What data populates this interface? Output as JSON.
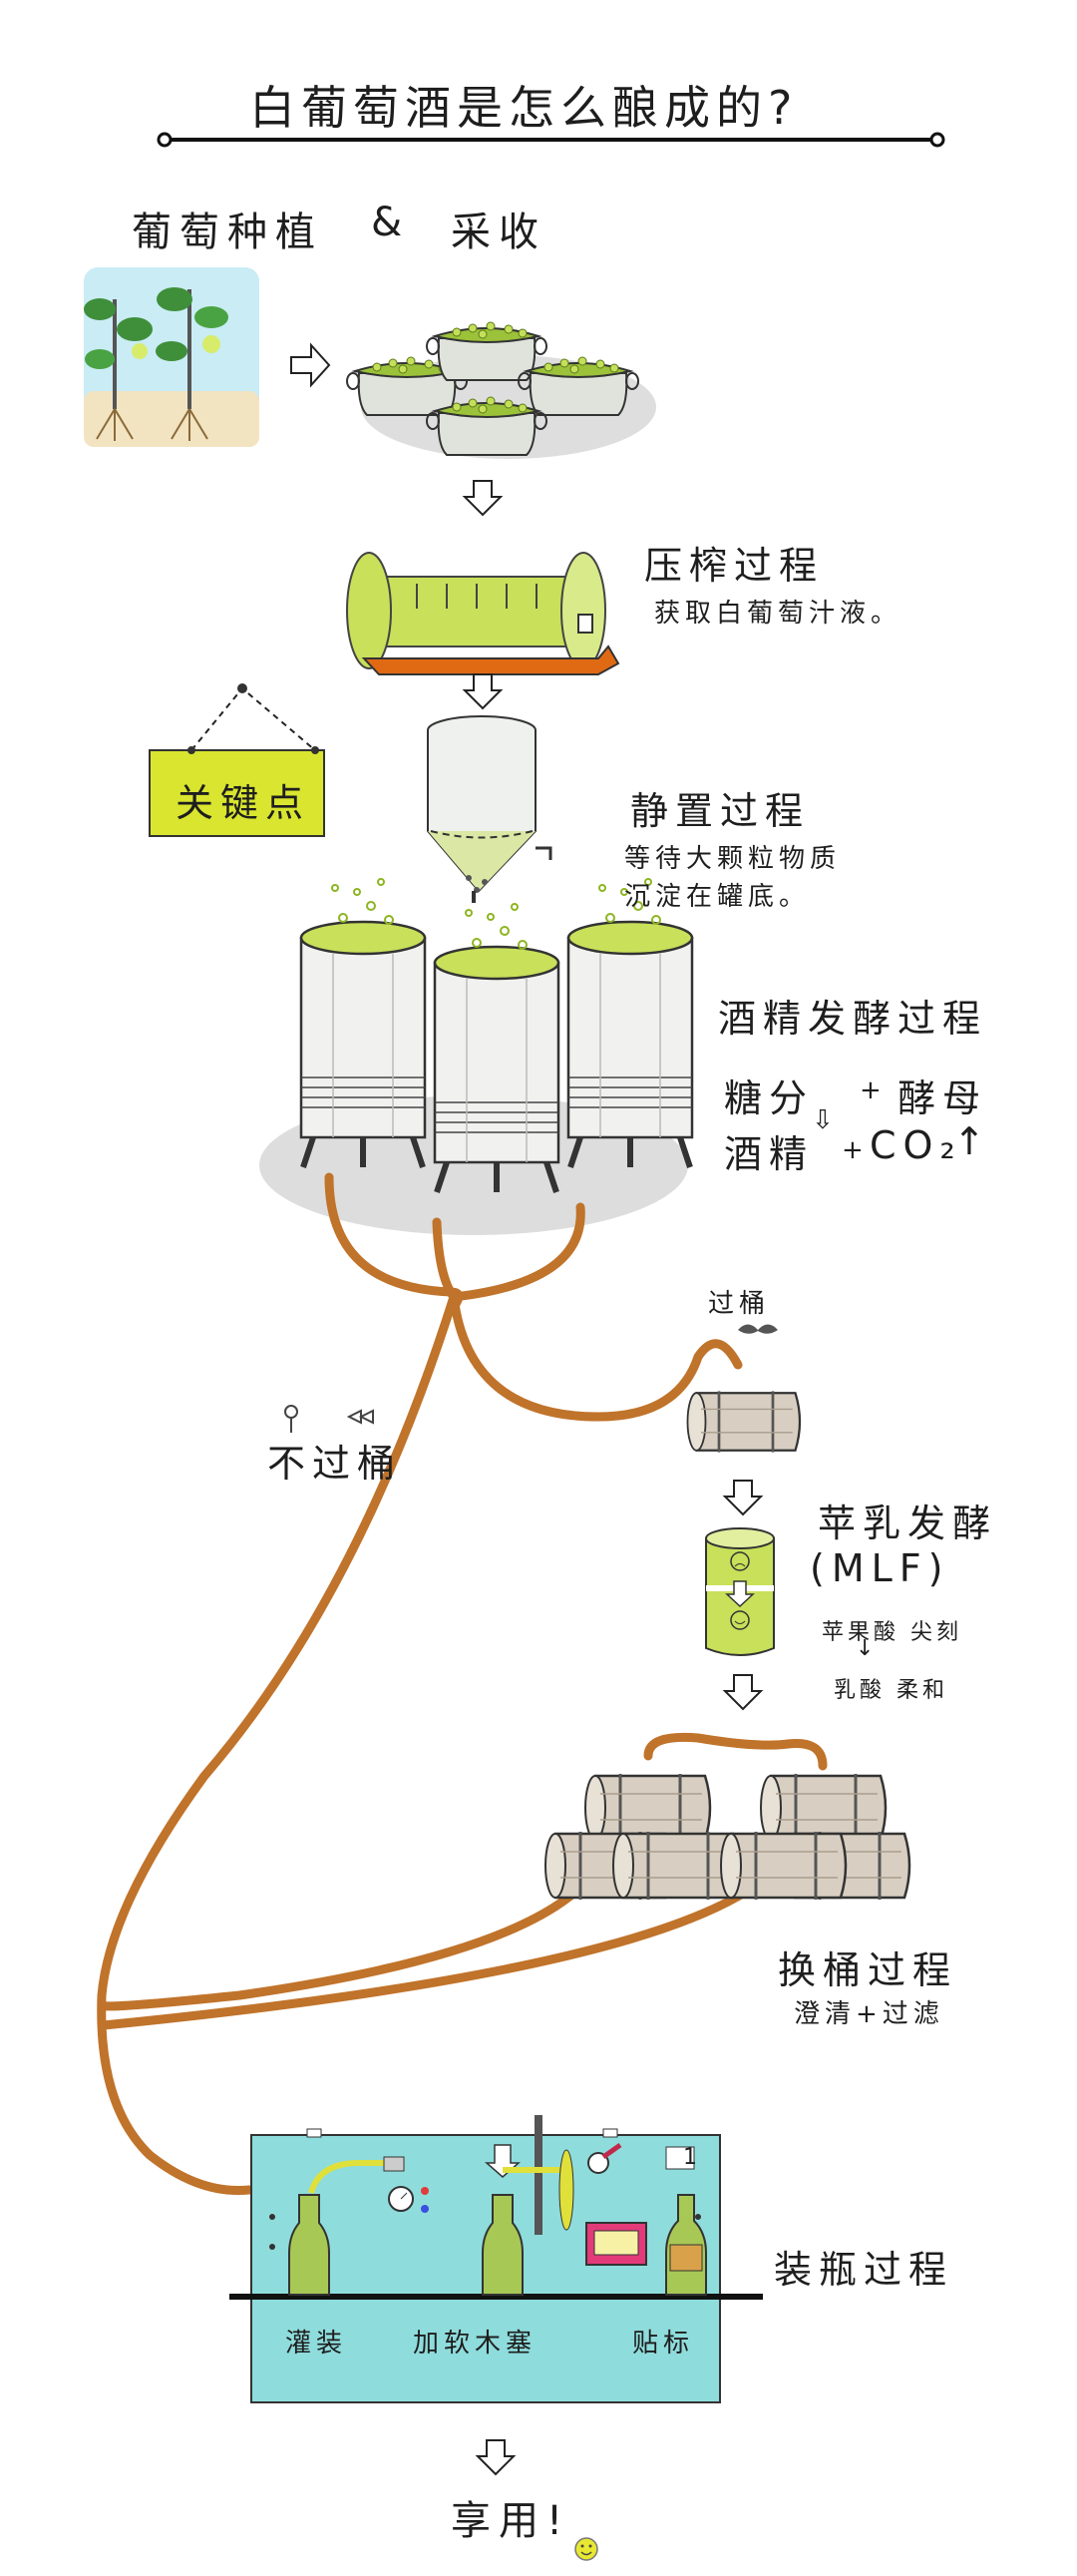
{
  "title": "白葡萄酒是怎么酿成的?",
  "step1": {
    "planting": "葡萄种植",
    "amp": "&",
    "harvest": "采收"
  },
  "press": {
    "title": "压榨过程",
    "desc": "获取白葡萄汁液。"
  },
  "key_point": "关键点",
  "settle": {
    "title": "静置过程",
    "desc_line1": "等待大颗粒物质",
    "desc_line2": "沉淀在罐底。"
  },
  "ferment": {
    "title": "酒精发酵过程",
    "sugar": "糖分",
    "plus1": "+",
    "yeast": "酵母",
    "alcohol": "酒精",
    "plus2": "+",
    "co2": "CO₂",
    "up_arrow": "↑"
  },
  "barrel_label": "过桶",
  "no_barrel_label": "不过桶",
  "mlf": {
    "title": "苹乳发酵",
    "abbr": "(MLF)",
    "malic": "苹果酸 尖刻",
    "arrow": "↓",
    "lactic": "乳酸 柔和"
  },
  "racking": {
    "title": "换桶过程",
    "desc": "澄清+过滤"
  },
  "bottling": {
    "title": "装瓶过程",
    "fill": "灌装",
    "cork": "加软木塞",
    "label": "贴标",
    "counter": "1"
  },
  "enjoy": "享用!",
  "colors": {
    "juice": "#c8e05a",
    "tube": "#c0732a",
    "machine": "#8fdcdc",
    "key_point_bg": "#d9e52e",
    "barrel": "#d8cfc2"
  }
}
